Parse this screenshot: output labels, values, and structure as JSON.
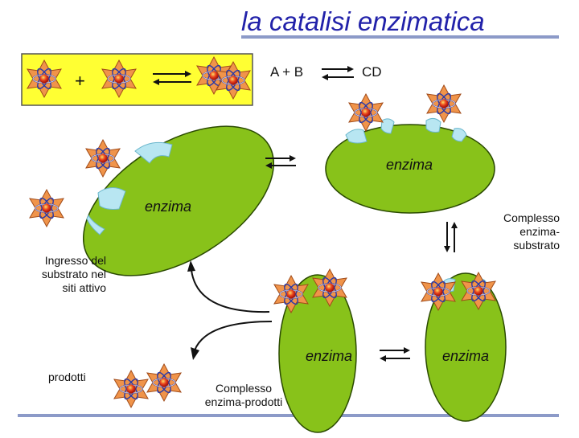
{
  "title": "la catalisi enzimatica",
  "reaction": {
    "plus": "+",
    "ab": "A + B",
    "cd": "CD"
  },
  "labels": {
    "enzyme": "enzima",
    "ingresso_l1": "Ingresso del",
    "ingresso_l2": "substrato nel",
    "ingresso_l3": "siti attivo",
    "prodotti": "prodotti",
    "complesso_es_l1": "Complesso",
    "complesso_es_l2": "enzima-",
    "complesso_es_l3": "substrato",
    "complesso_ep_l1": "Complesso",
    "complesso_ep_l2": "enzima-prodotti"
  },
  "colors": {
    "title": "#2222aa",
    "line": "#8c9ac8",
    "yellow_box": "#ffff33",
    "enzyme_green": "#88c21a",
    "active_site": "#b8e6f2",
    "molecule": "#f0944a",
    "nucleus": "#e02a1a"
  }
}
